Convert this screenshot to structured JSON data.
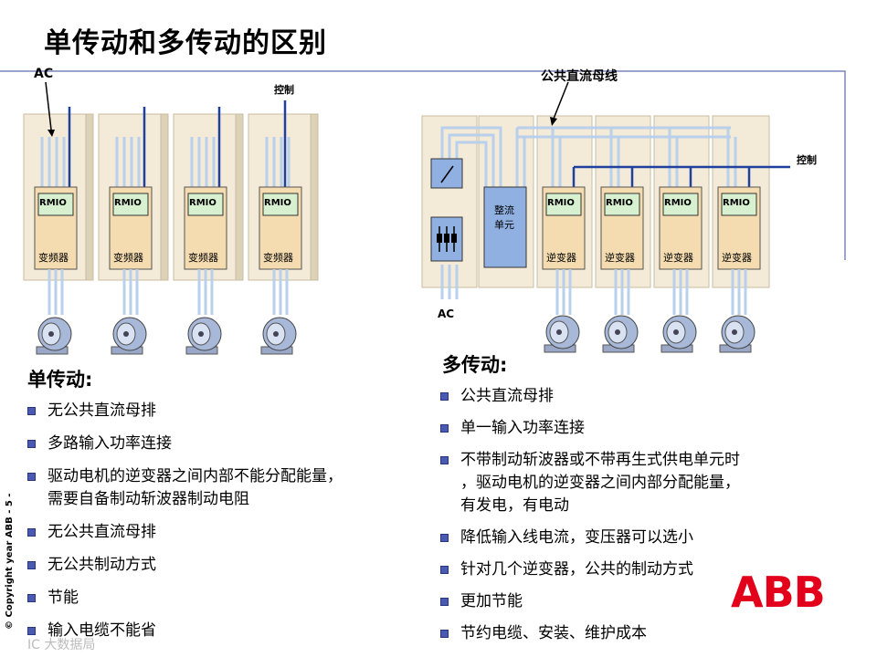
{
  "title": "单传动和多传动的区别",
  "diagram": {
    "ac_label_left": "AC",
    "control_label_left": "控制",
    "rmio_label": "RMIO",
    "vfd_label": "变频器",
    "dc_bus_label": "公共直流母线",
    "control_label_right": "控制",
    "rectifier_label_line1": "整流",
    "rectifier_label_line2": "单元",
    "inverter_label": "逆变器",
    "ac_label_right": "AC"
  },
  "single_drive": {
    "heading": "单传动:",
    "items": [
      "无公共直流母排",
      "多路输入功率连接",
      "驱动电机的逆变器之间内部不能分配能量，",
      "需要自备制动斩波器制动电阻",
      "无公共直流母排",
      "无公共制动方式",
      "节能",
      "输入电缆不能省"
    ]
  },
  "multi_drive": {
    "heading": "多传动:",
    "items": [
      "公共直流母排",
      "单一输入功率连接",
      "不带制动斩波器或不带再生式供电单元时",
      "，驱动电机的逆变器之间内部分配能量，",
      "有发电，有电动",
      "降低输入线电流，变压器可以选小",
      "针对几个逆变器，公共的制动方式",
      "更加节能",
      "节约电缆、安装、维护成本"
    ]
  },
  "footer": {
    "copyright": "© Copyright year ABB - 5 -",
    "logo": "ABB",
    "watermark": "IC 大数据局"
  },
  "colors": {
    "cabinet_fill": "#f3ead8",
    "cabinet_edge": "#c8bca0",
    "cable": "#b8d0ec",
    "control_line": "#2040a0",
    "rmio_fill": "#d6f0d0",
    "module_fill": "#f4dcb0",
    "rectifier_fill": "#8fb0e0",
    "bullet": "#4a5ab0",
    "abb_red": "#e2001a"
  }
}
